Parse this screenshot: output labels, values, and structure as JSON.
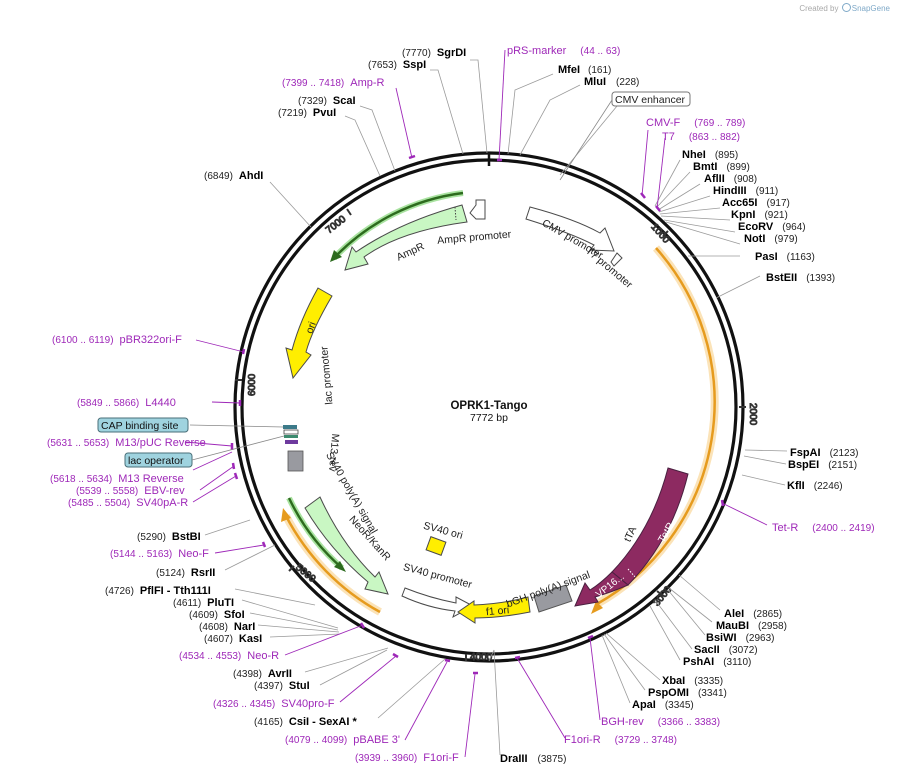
{
  "watermark": {
    "created_by": "Created by",
    "brand": "SnapGene"
  },
  "plasmid": {
    "name": "OPRK1-Tango",
    "size_label": "7772 bp",
    "length": 7772
  },
  "colors": {
    "enzyme": "#000000",
    "primer": "#9e28b8",
    "promoter": "#ffffff",
    "ori": "#ffee00",
    "resistance": "#c9f7c3",
    "tet": "#8d2a61",
    "grey": "#999aa0",
    "orange": "#f5a623"
  },
  "ticks": [
    "1000",
    "2000",
    "3000",
    "4000",
    "5000",
    "6000",
    "7000"
  ],
  "features": [
    {
      "id": "ampr",
      "label": "AmpR"
    },
    {
      "id": "ampr-promoter",
      "label": "AmpR promoter"
    },
    {
      "id": "cmv-promoter",
      "label": "CMV promoter"
    },
    {
      "id": "t7-promoter",
      "label": "T7 promoter"
    },
    {
      "id": "ori",
      "label": "ori"
    },
    {
      "id": "lac-promoter",
      "label": "lac promoter"
    },
    {
      "id": "m13-rev",
      "label": "M13 rev"
    },
    {
      "id": "sv40-polya",
      "label": "SV40 poly(A) signal"
    },
    {
      "id": "neor",
      "label": "NeoR/KanR"
    },
    {
      "id": "sv40-ori",
      "label": "SV40 ori"
    },
    {
      "id": "sv40-promoter",
      "label": "SV40 promoter"
    },
    {
      "id": "f1-ori",
      "label": "f1 ori"
    },
    {
      "id": "bgh-polya",
      "label": "bGH poly(A) signal"
    },
    {
      "id": "tta",
      "label": "tTA"
    },
    {
      "id": "tetr",
      "label": "TetR"
    },
    {
      "id": "vp16",
      "label": "VP16..."
    }
  ],
  "boxed_labels": [
    {
      "id": "cmv-enhancer",
      "label": "CMV enhancer"
    },
    {
      "id": "cap-site",
      "label": "CAP binding site"
    },
    {
      "id": "lac-operator",
      "label": "lac operator"
    }
  ],
  "enzymes": [
    {
      "pos": "(7770)",
      "name": "SgrDI"
    },
    {
      "pos": "(7653)",
      "name": "SspI"
    },
    {
      "pos": "(161)",
      "name": "MfeI"
    },
    {
      "pos": "(228)",
      "name": "MluI"
    },
    {
      "pos": "(7329)",
      "name": "ScaI"
    },
    {
      "pos": "(7219)",
      "name": "PvuI"
    },
    {
      "pos": "(6849)",
      "name": "AhdI"
    },
    {
      "pos": "(895)",
      "name": "NheI"
    },
    {
      "pos": "(899)",
      "name": "BmtI"
    },
    {
      "pos": "(908)",
      "name": "AflII"
    },
    {
      "pos": "(911)",
      "name": "HindIII"
    },
    {
      "pos": "(917)",
      "name": "Acc65I"
    },
    {
      "pos": "(921)",
      "name": "KpnI"
    },
    {
      "pos": "(964)",
      "name": "EcoRV"
    },
    {
      "pos": "(979)",
      "name": "NotI"
    },
    {
      "pos": "(1163)",
      "name": "PasI"
    },
    {
      "pos": "(1393)",
      "name": "BstEII"
    },
    {
      "pos": "(2123)",
      "name": "FspAI"
    },
    {
      "pos": "(2151)",
      "name": "BspEI"
    },
    {
      "pos": "(2246)",
      "name": "KflI"
    },
    {
      "pos": "(2865)",
      "name": "AleI"
    },
    {
      "pos": "(2958)",
      "name": "MauBI"
    },
    {
      "pos": "(2963)",
      "name": "BsiWI"
    },
    {
      "pos": "(3072)",
      "name": "SacII"
    },
    {
      "pos": "(3110)",
      "name": "PshAI"
    },
    {
      "pos": "(3335)",
      "name": "XbaI"
    },
    {
      "pos": "(3341)",
      "name": "PspOMI"
    },
    {
      "pos": "(3345)",
      "name": "ApaI"
    },
    {
      "pos": "(3875)",
      "name": "DraIII"
    },
    {
      "pos": "(5290)",
      "name": "BstBI"
    },
    {
      "pos": "(5124)",
      "name": "RsrII"
    },
    {
      "pos": "(4726)",
      "name": "PflFI - Tth111I"
    },
    {
      "pos": "(4611)",
      "name": "PluTI"
    },
    {
      "pos": "(4609)",
      "name": "SfoI"
    },
    {
      "pos": "(4608)",
      "name": "NarI"
    },
    {
      "pos": "(4607)",
      "name": "KasI"
    },
    {
      "pos": "(4398)",
      "name": "AvrII"
    },
    {
      "pos": "(4397)",
      "name": "StuI"
    },
    {
      "pos": "(4165)",
      "name": "CsiI - SexAI *"
    }
  ],
  "primers": [
    {
      "name": "pRS-marker",
      "range": "(44 .. 63)"
    },
    {
      "name": "Amp-R",
      "range": "(7399 .. 7418)"
    },
    {
      "name": "CMV-F",
      "range": "(769 .. 789)"
    },
    {
      "name": "T7",
      "range": "(863 .. 882)"
    },
    {
      "name": "pBR322ori-F",
      "range": "(6100 .. 6119)"
    },
    {
      "name": "L4440",
      "range": "(5849 .. 5866)"
    },
    {
      "name": "M13/pUC Reverse",
      "range": "(5631 .. 5653)"
    },
    {
      "name": "M13 Reverse",
      "range": "(5618 .. 5634)"
    },
    {
      "name": "EBV-rev",
      "range": "(5539 .. 5558)"
    },
    {
      "name": "SV40pA-R",
      "range": "(5485 .. 5504)"
    },
    {
      "name": "Tet-R",
      "range": "(2400 .. 2419)"
    },
    {
      "name": "Neo-F",
      "range": "(5144 .. 5163)"
    },
    {
      "name": "Neo-R",
      "range": "(4534 .. 4553)"
    },
    {
      "name": "SV40pro-F",
      "range": "(4326 .. 4345)"
    },
    {
      "name": "pBABE 3'",
      "range": "(4079 .. 4099)"
    },
    {
      "name": "F1ori-F",
      "range": "(3939 .. 3960)"
    },
    {
      "name": "F1ori-R",
      "range": "(3729 .. 3748)"
    },
    {
      "name": "BGH-rev",
      "range": "(3366 .. 3383)"
    }
  ]
}
